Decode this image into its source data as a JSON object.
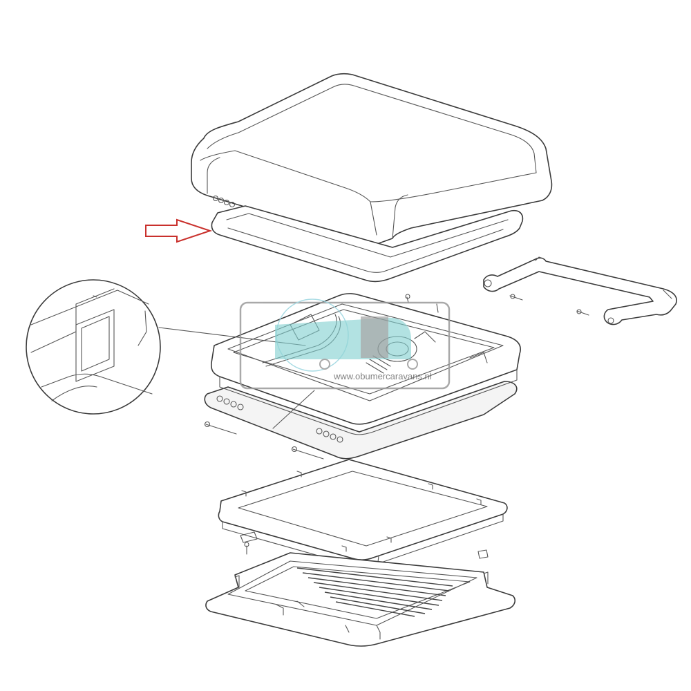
{
  "diagram": {
    "parts": [
      {
        "name": "cover-lid"
      },
      {
        "name": "seal-ring"
      },
      {
        "name": "hinged-frame"
      },
      {
        "name": "lifting-arm"
      },
      {
        "name": "pins"
      },
      {
        "name": "inner-mounting-frame"
      },
      {
        "name": "fly-screen-frame"
      }
    ],
    "arrow": {
      "color": "#c9302c",
      "points_to": "seal-ring"
    },
    "detail_callout": {
      "subject": "latch-detail"
    }
  },
  "watermark": {
    "text": "www.obumercaravans.nl",
    "color": "#7fcfcf"
  },
  "colors": {
    "line": "#3a3a3a",
    "arrow": "#c9302c",
    "watermark_teal": "#7fcfcf",
    "watermark_grey": "#9a9a9a"
  }
}
